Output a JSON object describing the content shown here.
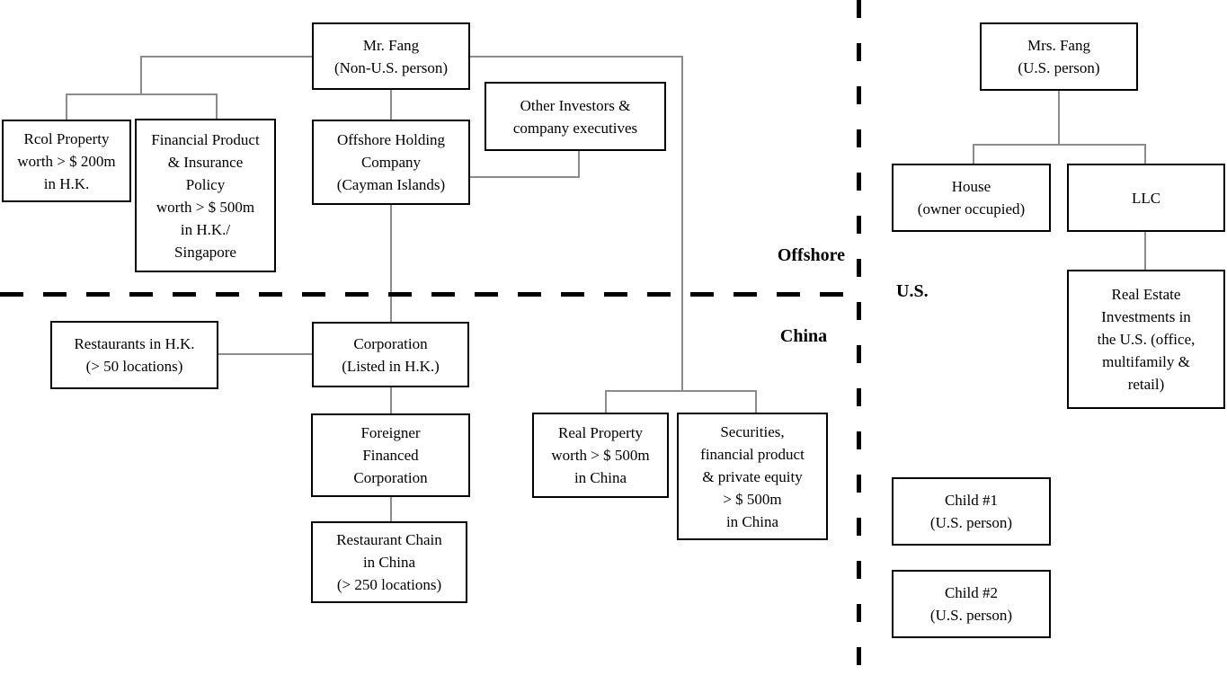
{
  "region_labels": {
    "offshore": "Offshore",
    "china": "China",
    "us": "U.S."
  },
  "nodes": {
    "mr_fang": "Mr. Fang\n(Non-U.S. person)",
    "rcol_property": "Rcol Property\nworth > $ 200m\nin H.K.",
    "financial_product": "Financial Product\n& Insurance\nPolicy\nworth > $ 500m\nin H.K./\nSingapore",
    "offshore_holding": "Offshore Holding\nCompany\n(Cayman Islands)",
    "other_investors": "Other Investors &\ncompany executives",
    "restaurants_hk": "Restaurants in H.K.\n(> 50 locations)",
    "corporation": "Corporation\n(Listed in H.K.)",
    "foreigner_financed": "Foreigner\nFinanced\nCorporation",
    "restaurant_chain": "Restaurant Chain\nin China\n(> 250 locations)",
    "real_property": "Real Property\nworth > $ 500m\nin China",
    "securities": "Securities,\nfinancial product\n& private equity\n> $ 500m\nin China",
    "mrs_fang": "Mrs. Fang\n(U.S. person)",
    "house": "House\n(owner occupied)",
    "llc": "LLC",
    "real_estate": "Real Estate\nInvestments in\nthe U.S. (office,\nmultifamily &\nretail)",
    "child_1": "Child #1\n(U.S. person)",
    "child_2": "Child #2\n(U.S. person)"
  },
  "colors": {
    "background": "#ffffff",
    "box_border": "#000000",
    "box_fill": "#ffffff",
    "connector": "#8c8c8c",
    "divider": "#000000",
    "text": "#000000"
  }
}
